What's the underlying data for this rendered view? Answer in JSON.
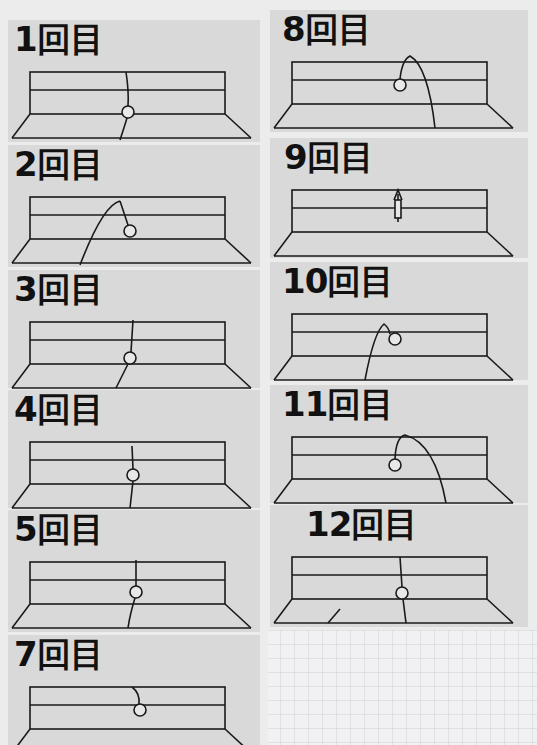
{
  "diagram": {
    "labels": [
      "1回目",
      "2回目",
      "3回目",
      "4回目",
      "5回目",
      "7回目",
      "8回目",
      "9回目",
      "10回目",
      "11回目",
      "12回目"
    ]
  }
}
